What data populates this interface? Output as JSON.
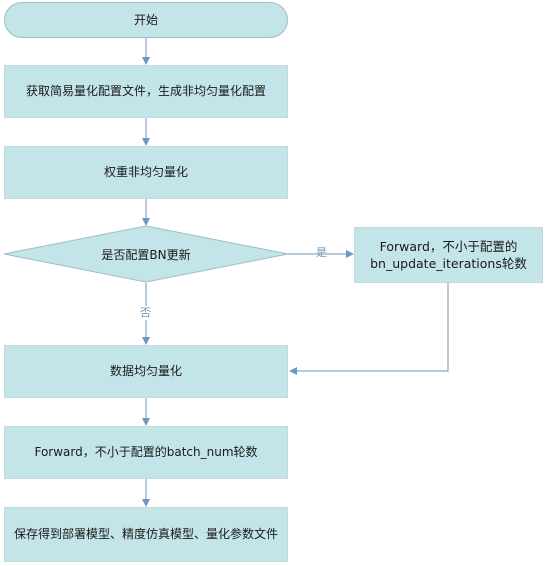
{
  "diagram": {
    "nodes": {
      "start": "开始",
      "get_config": "获取简易量化配置文件，生成非均匀量化配置",
      "weight_quant": "权重非均匀量化",
      "decision": "是否配置BN更新",
      "bn_forward": "Forward，不小于配置的bn_update_iterations轮数",
      "data_quant": "数据均匀量化",
      "batch_forward": "Forward，不小于配置的batch_num轮数",
      "save_models": "保存得到部署模型、精度仿真模型、量化参数文件"
    },
    "edge_labels": {
      "yes": "是",
      "no": "否"
    },
    "colors": {
      "node_fill": "#c3e4e8",
      "arrow": "#6d98bd",
      "text": "#1a1a1a"
    }
  }
}
